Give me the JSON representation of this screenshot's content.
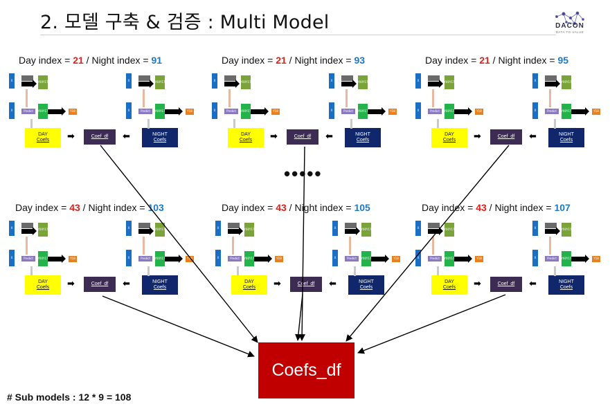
{
  "title": "2. 모델 구축 & 검증 : Multi Model",
  "logo": {
    "name": "DACON",
    "tagline": "DATA TO VALUE"
  },
  "panel_labels": {
    "day_prefix": "Day index = ",
    "night_prefix": " / Night index = ",
    "x": "X",
    "y00": "Y00",
    "y17": "Y17",
    "y18": "Y18",
    "y00_small": "Y00",
    "y17_small": "Y17",
    "x_small": "X",
    "predict": "Predict",
    "day_coefs_line1": "DAY",
    "day_coefs_line2": "Coefs",
    "night_coefs_line1": "NIGHT",
    "night_coefs_line2": "Coefs",
    "coef_df": "Coef_df"
  },
  "panels": [
    {
      "day": "21",
      "night": "91"
    },
    {
      "day": "21",
      "night": "93"
    },
    {
      "day": "21",
      "night": "95"
    },
    {
      "day": "43",
      "night": "103"
    },
    {
      "day": "43",
      "night": "105"
    },
    {
      "day": "43",
      "night": "107"
    }
  ],
  "ellipsis": "•••••",
  "final_box": "Coefs_df",
  "footer": "# Sub models :  12 * 9 = 108",
  "colors": {
    "day_index": "#e0201b",
    "night_index": "#1c7ac8",
    "day_coefs": "#ffff00",
    "night_coefs": "#10286b",
    "coef_df": "#3c2b52",
    "final_box": "#c00000"
  }
}
